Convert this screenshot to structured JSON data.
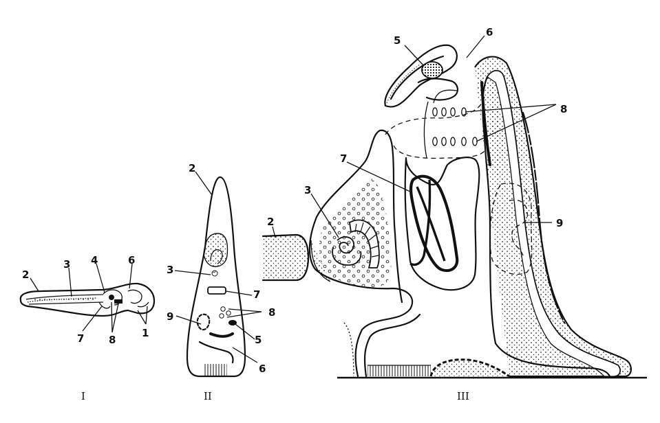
{
  "figures": [
    {
      "id": "I",
      "caption": "I"
    },
    {
      "id": "II",
      "caption": "II"
    },
    {
      "id": "III",
      "caption": "III"
    }
  ],
  "labels": {
    "fig1": {
      "l2": "2",
      "l3": "3",
      "l4": "4",
      "l6": "6",
      "l7": "7",
      "l8": "8",
      "l1": "1"
    },
    "fig2": {
      "l2": "2",
      "l3": "3",
      "l7": "7",
      "l8": "8",
      "l9": "9",
      "l5": "5",
      "l6": "6"
    },
    "fig3": {
      "l5": "5",
      "l6": "6",
      "l8": "8",
      "l7": "7",
      "l3": "3",
      "l2": "2",
      "l9": "9"
    }
  }
}
